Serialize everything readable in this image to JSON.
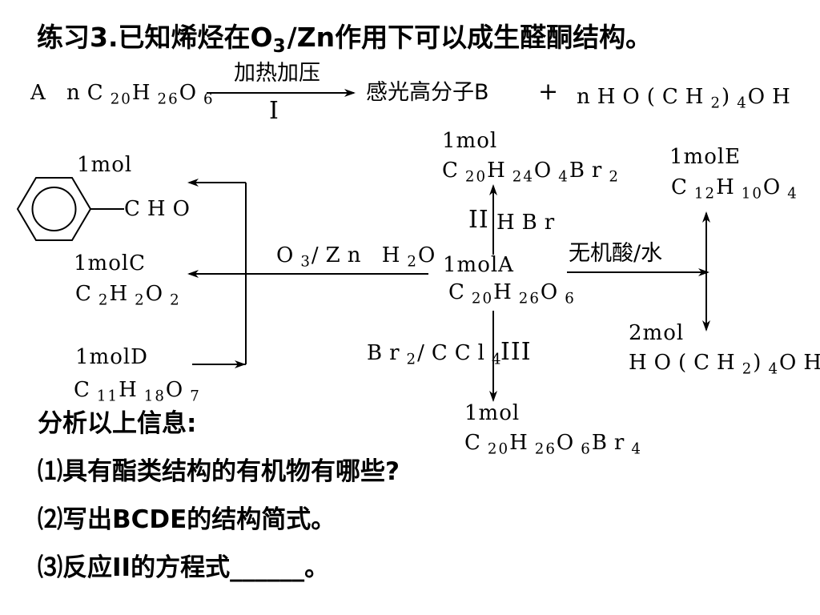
{
  "title": {
    "pre": "练习3.已知烯烃在O",
    "sub": "3",
    "post": "/Zn作用下可以成生醛酮结构。"
  },
  "reaction1": {
    "reactant": {
      "pre": "A nC",
      "s1": "20",
      "m1": "H",
      "s2": "26",
      "m2": "O",
      "s3": "6"
    },
    "above": "加热加压",
    "below": "I",
    "product_b": "感光高分子B",
    "plus": "+",
    "byproduct": {
      "pre": "nHO(CH",
      "s1": "2",
      "m1": ")",
      "s2": "4",
      "post": "OH"
    }
  },
  "top_product": {
    "mol": "1mol",
    "f": {
      "pre": "C",
      "s1": "20",
      "m1": "H",
      "s2": "24",
      "m2": "O",
      "s3": "4",
      "m3": "Br",
      "s4": "2"
    }
  },
  "step2": {
    "num": "II",
    "reagent": "HBr"
  },
  "compound_a": {
    "mol": "1molA",
    "f": {
      "pre": "C",
      "s1": "20",
      "m1": "H",
      "s2": "26",
      "m2": "O",
      "s3": "6"
    }
  },
  "ozonolysis": {
    "pre": "O",
    "s1": "3",
    "post": "/Zn H",
    "s2": "2",
    "post2": "O"
  },
  "benzaldehyde": {
    "mol": "1mol",
    "cho": "CHO"
  },
  "compound_c": {
    "mol": "1molC",
    "f": {
      "pre": "C",
      "s1": "2",
      "m1": "H",
      "s2": "2",
      "m2": "O",
      "s3": "2"
    }
  },
  "compound_d": {
    "mol": "1molD",
    "f": {
      "pre": "C",
      "s1": "11",
      "m1": "H",
      "s2": "18",
      "m2": "O",
      "s3": "7"
    }
  },
  "hydrolysis": "无机酸/水",
  "compound_e": {
    "mol": "1molE",
    "f": {
      "pre": "C",
      "s1": "12",
      "m1": "H",
      "s2": "10",
      "m2": "O",
      "s3": "4"
    }
  },
  "diol": {
    "mol": "2mol",
    "f": {
      "pre": "HO(CH",
      "s1": "2",
      "m1": ")",
      "s2": "4",
      "post": "OH"
    }
  },
  "step3": {
    "num": "III",
    "reagent": {
      "pre": "Br",
      "s1": "2",
      "m1": "/CCl",
      "s2": "4"
    }
  },
  "bottom_product": {
    "mol": "1mol",
    "f": {
      "pre": "C",
      "s1": "20",
      "m1": "H",
      "s2": "26",
      "m2": "O",
      "s3": "6",
      "m3": "Br",
      "s4": "4"
    }
  },
  "analysis": "分析以上信息:",
  "questions": [
    "⑴具有酯类结构的有机物有哪些?",
    "⑵写出BCDE的结构简式。",
    "⑶反应II的方程式______。"
  ]
}
